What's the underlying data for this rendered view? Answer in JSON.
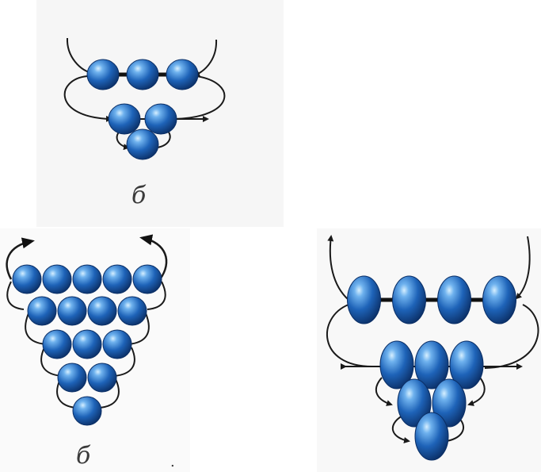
{
  "figures": [
    {
      "id": "top",
      "caption": "б",
      "rows": [
        3,
        2,
        1
      ]
    },
    {
      "id": "bottom-left",
      "caption": "б",
      "rows": [
        5,
        4,
        3,
        2,
        1
      ]
    },
    {
      "id": "bottom-right",
      "caption": "",
      "rows": [
        4,
        3,
        2,
        1
      ]
    }
  ],
  "stray_mark": ".",
  "colors": {
    "bead": "#1e63b8",
    "bead_highlight": "#bfe3ff",
    "bead_dark": "#0b2f66",
    "thread": "#1a1a1a"
  }
}
